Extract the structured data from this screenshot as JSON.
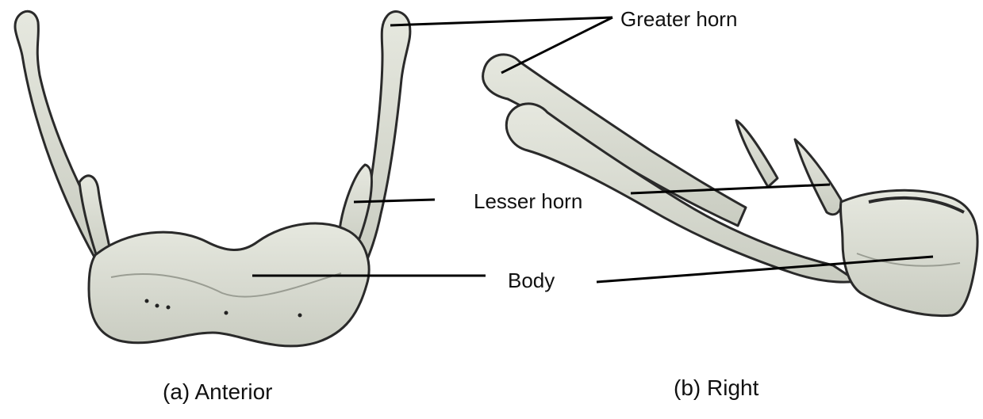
{
  "labels": {
    "greater_horn": "Greater horn",
    "lesser_horn": "Lesser horn",
    "body": "Body"
  },
  "captions": {
    "anterior": "(a) Anterior",
    "right": "(b) Right"
  },
  "colors": {
    "bone_fill": "#d9dbd2",
    "bone_shade": "#b8bbb0",
    "outline": "#2a2a2a",
    "leader_line": "#000000"
  }
}
